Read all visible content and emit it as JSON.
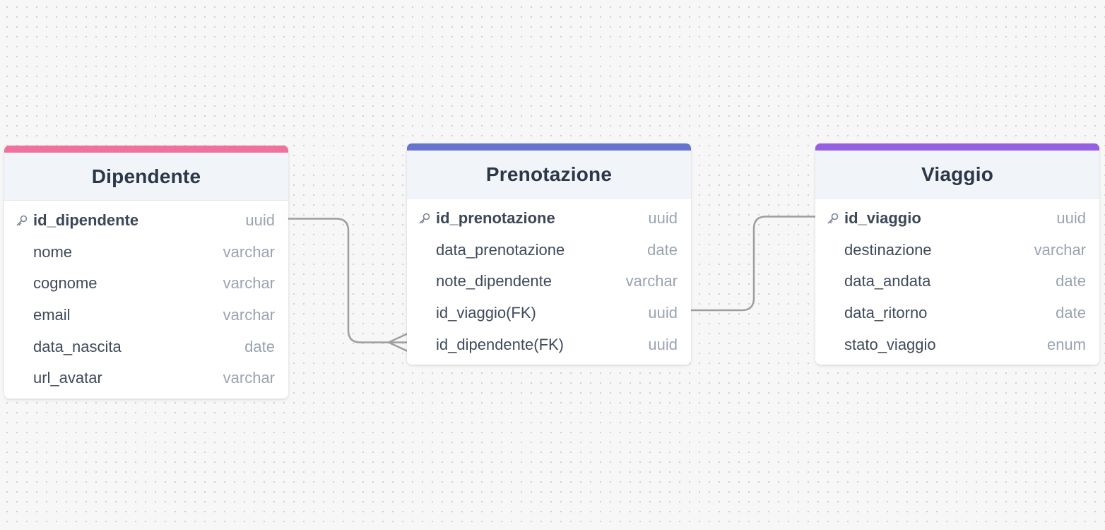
{
  "colors": {
    "dipendente_accent": "#f0719b",
    "prenotazione_accent": "#6574cd",
    "viaggio_accent": "#9561e2",
    "connector": "#9e9e9e"
  },
  "tables": {
    "dipendente": {
      "title": "Dipendente",
      "fields": [
        {
          "name": "id_dipendente",
          "type": "uuid",
          "primary_key": true
        },
        {
          "name": "nome",
          "type": "varchar"
        },
        {
          "name": "cognome",
          "type": "varchar"
        },
        {
          "name": "email",
          "type": "varchar"
        },
        {
          "name": "data_nascita",
          "type": "date"
        },
        {
          "name": "url_avatar",
          "type": "varchar"
        }
      ]
    },
    "prenotazione": {
      "title": "Prenotazione",
      "fields": [
        {
          "name": "id_prenotazione",
          "type": "uuid",
          "primary_key": true
        },
        {
          "name": "data_prenotazione",
          "type": "date"
        },
        {
          "name": "note_dipendente",
          "type": "varchar"
        },
        {
          "name": "id_viaggio(FK)",
          "type": "uuid"
        },
        {
          "name": "id_dipendente(FK)",
          "type": "uuid"
        }
      ]
    },
    "viaggio": {
      "title": "Viaggio",
      "fields": [
        {
          "name": "id_viaggio",
          "type": "uuid",
          "primary_key": true
        },
        {
          "name": "destinazione",
          "type": "varchar"
        },
        {
          "name": "data_andata",
          "type": "date"
        },
        {
          "name": "data_ritorno",
          "type": "date"
        },
        {
          "name": "stato_viaggio",
          "type": "enum"
        }
      ]
    }
  },
  "relationships": [
    {
      "from_table": "dipendente",
      "from_field": "id_dipendente",
      "to_table": "prenotazione",
      "to_field": "id_dipendente(FK)",
      "cardinality": "one-to-many"
    },
    {
      "from_table": "viaggio",
      "from_field": "id_viaggio",
      "to_table": "prenotazione",
      "to_field": "id_viaggio(FK)",
      "cardinality": "one-to-one"
    }
  ]
}
